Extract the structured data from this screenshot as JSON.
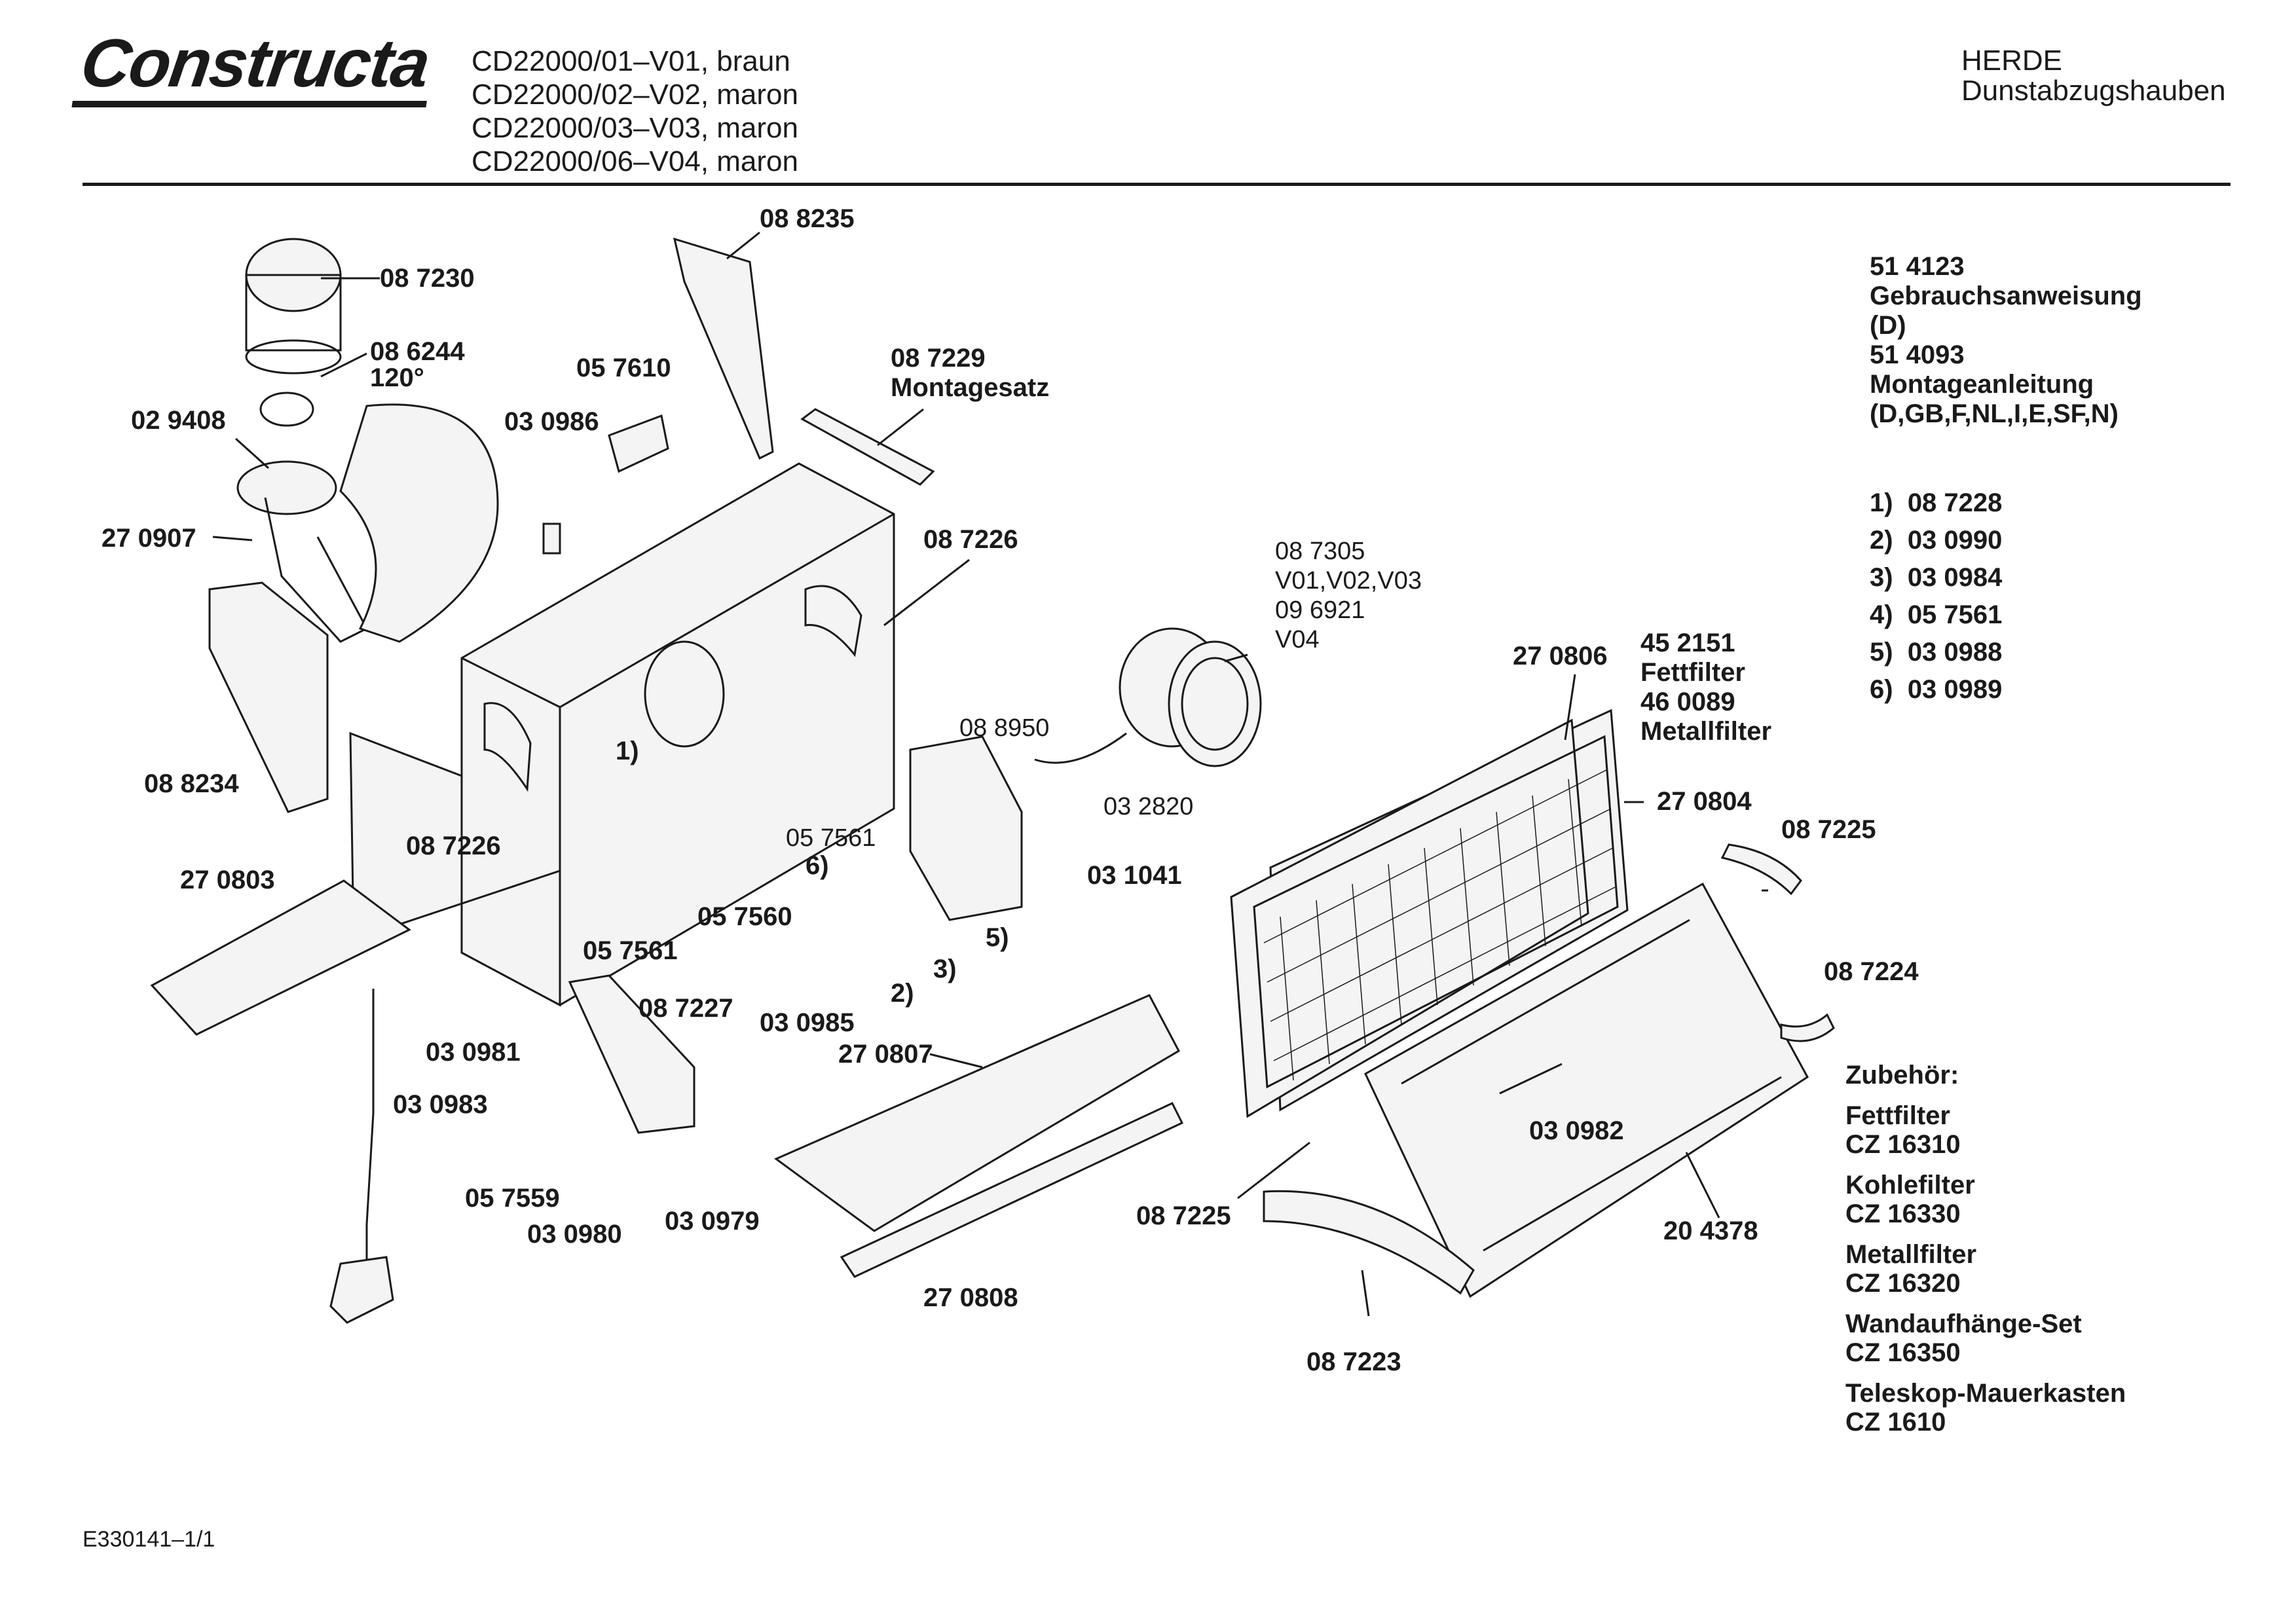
{
  "header": {
    "brand": "Constructa",
    "variants": [
      "CD22000/01–V01, braun",
      "CD22000/02–V02, maron",
      "CD22000/03–V03, maron",
      "CD22000/06–V04, maron"
    ],
    "category_line1": "HERDE",
    "category_line2": "Dunstabzugshauben"
  },
  "documents": [
    {
      "number": "51 4123",
      "title": "Gebrauchsanweisung",
      "langs": "(D)"
    },
    {
      "number": "51 4093",
      "title": "Montageanleitung",
      "langs": "(D,GB,F,NL,I,E,SF,N)"
    }
  ],
  "footnotes": [
    {
      "key": "1)",
      "part": "08 7228"
    },
    {
      "key": "2)",
      "part": "03 0990"
    },
    {
      "key": "3)",
      "part": "03 0984"
    },
    {
      "key": "4)",
      "part": "05 7561"
    },
    {
      "key": "5)",
      "part": "03 0988"
    },
    {
      "key": "6)",
      "part": "03 0989"
    }
  ],
  "accessories": {
    "title": "Zubehör:",
    "items": [
      {
        "name": "Fettfilter",
        "code": "CZ 16310"
      },
      {
        "name": "Kohlefilter",
        "code": "CZ 16330"
      },
      {
        "name": "Metallfilter",
        "code": "CZ 16320"
      },
      {
        "name": "Wandaufhänge-Set",
        "code": "CZ 16350"
      },
      {
        "name": "Teleskop-Mauerkasten",
        "code": "CZ 1610"
      }
    ]
  },
  "labels": {
    "p088235": "08 8235",
    "p087230": "08 7230",
    "p086244": "08 6244",
    "p086244_angle": "120°",
    "p057610": "05 7610",
    "p087229": "08 7229",
    "p087229_name": "Montagesatz",
    "p029408": "02 9408",
    "p030986": "03 0986",
    "p270907": "27 0907",
    "p087226a": "08 7226",
    "p087305": "08 7305",
    "p087305_variants": "V01,V02,V03",
    "p096921": "09 6921",
    "p096921_variant": "V04",
    "p088234": "08 8234",
    "p270806": "27 0806",
    "p452151": "45 2151",
    "p452151_name": "Fettfilter",
    "p460089": "46 0089",
    "p460089_name": "Metallfilter",
    "p088950": "08 8950",
    "fn1": "1)",
    "p032820": "03 2820",
    "p087226b": "08 7226",
    "p270804": "27 0804",
    "p057561a": "05 7561",
    "fn6": "6)",
    "p031041": "03 1041",
    "p087225a": "08 7225",
    "p270803": "27 0803",
    "fn5": "5)",
    "p057560": "05 7560",
    "fn3": "3)",
    "p057561b": "05 7561",
    "fn2": "2)",
    "p087224": "08 7224",
    "p087227": "08 7227",
    "p030985": "03 0985",
    "p270807": "27 0807",
    "p030981": "03 0981",
    "p030982": "03 0982",
    "p030983": "03 0983",
    "p057559": "05 7559",
    "p030980": "03 0980",
    "p030979": "03 0979",
    "p087225b": "08 7225",
    "p204378": "20 4378",
    "p270808": "27 0808",
    "p087223": "08 7223"
  },
  "footer": {
    "drawing_id": "E330141–1/1"
  }
}
